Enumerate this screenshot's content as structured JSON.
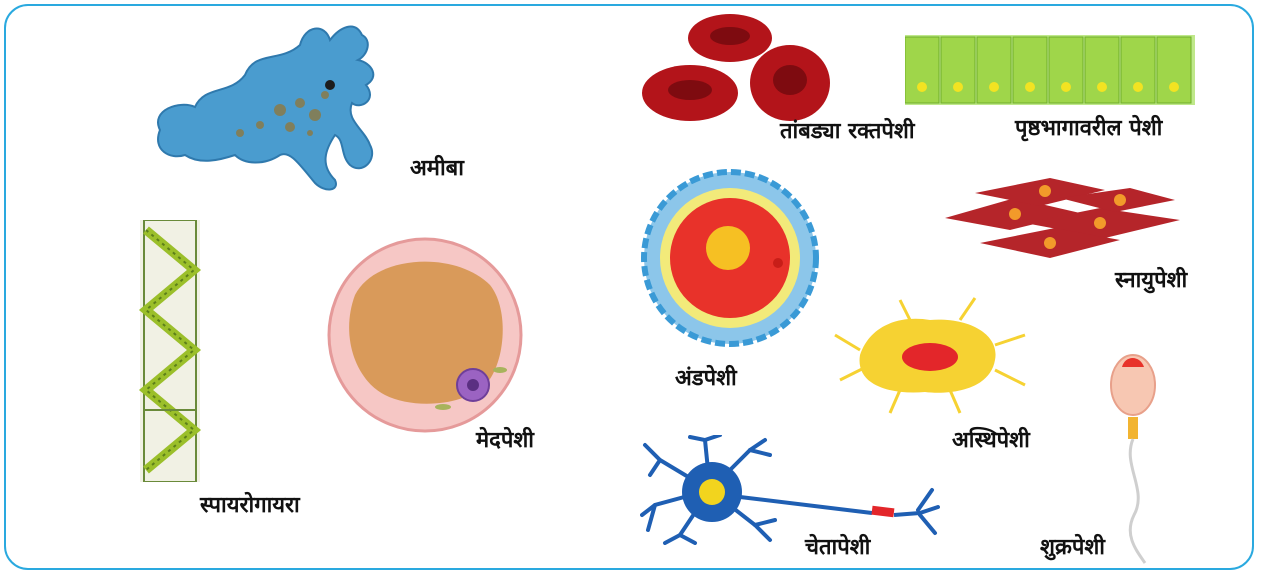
{
  "labels": {
    "amoeba": "अमीबा",
    "spirogyra": "स्पायरोगायरा",
    "fat_cell": "मेदपेशी",
    "red_blood_cells": "तांबड्या रक्तपेशी",
    "epithelial_cells": "पृष्ठभागावरील पेशी",
    "egg_cell": "अंडपेशी",
    "muscle_cells": "स्नायुपेशी",
    "bone_cell": "अस्थिपेशी",
    "nerve_cell": "चेतापेशी",
    "sperm_cell": "शुक्रपेशी"
  },
  "colors": {
    "border": "#2aa9df",
    "amoeba": "#4a9ccf",
    "rbc": "#b3141a",
    "epithelium": "#9fd64a",
    "egg_outer": "#3a9ad6",
    "egg_core": "#e8322a",
    "muscle": "#b5252a",
    "bone": "#f6d232",
    "neuron": "#1f5fb3",
    "fat": "#d99a5a"
  }
}
